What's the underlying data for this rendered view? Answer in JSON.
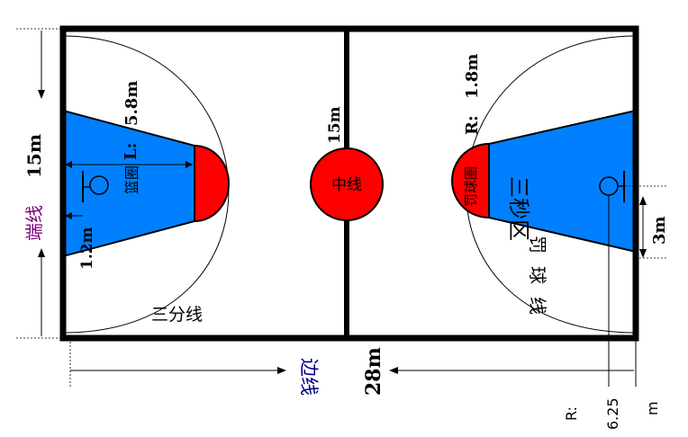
{
  "labels": {
    "center_line": "中线",
    "three_point_line": "三分线",
    "end_line": "端线",
    "end_line_width": "15m",
    "side_line": "边线",
    "side_line_length": "28m",
    "center_circle_radius": "15m",
    "free_throw_circle": "罚球圈",
    "circle_radius_label": "R:",
    "circle_radius_value": "1.8m",
    "key_top_width": "5.8m",
    "key_length_label": "L:",
    "basket": "篮圈",
    "basket_distance": "1.2m",
    "three_second_area": "三秒区",
    "free_throw_line": "罚球线",
    "three_point_radius_label": "R:",
    "three_point_radius_value": "6.25",
    "three_point_radius_unit": "m",
    "key_offset": "3m"
  },
  "colors": {
    "key_area": "#0080ff",
    "circle_fill": "#ff0000",
    "lines": "#000000",
    "end_line_text": "#800080",
    "side_line_text": "#000080"
  }
}
